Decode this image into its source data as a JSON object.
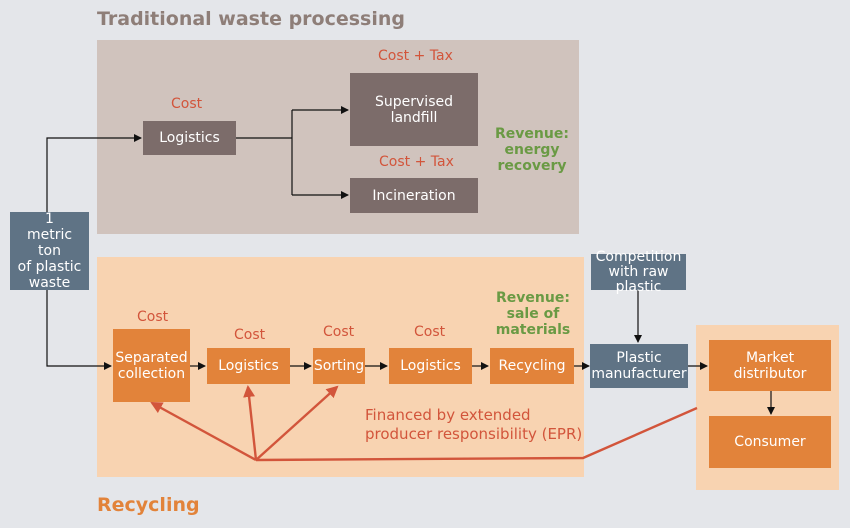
{
  "titles": {
    "traditional": "Traditional waste processing",
    "recycling": "Recycling"
  },
  "source": {
    "line1": "1",
    "line2": "metric ton",
    "line3": "of plastic",
    "line4": "waste"
  },
  "traditional": {
    "cost_label": "Cost",
    "logistics": "Logistics",
    "cost_tax_1": "Cost + Tax",
    "landfill_line1": "Supervised",
    "landfill_line2": "landfill",
    "cost_tax_2": "Cost + Tax",
    "incineration": "Incineration",
    "revenue_line1": "Revenue:",
    "revenue_line2": "energy",
    "revenue_line3": "recovery"
  },
  "recycling": {
    "cost_1": "Cost",
    "separated_line1": "Separated",
    "separated_line2": "collection",
    "cost_2": "Cost",
    "logistics_1": "Logistics",
    "cost_3": "Cost",
    "sorting": "Sorting",
    "cost_4": "Cost",
    "logistics_2": "Logistics",
    "revenue_line1": "Revenue:",
    "revenue_line2": "sale of",
    "revenue_line3": "materials",
    "recycling_box": "Recycling",
    "epr_line1": "Financed by extended",
    "epr_line2": "producer responsibility (EPR)"
  },
  "market": {
    "competition_line1": "Competition",
    "competition_line2": "with raw",
    "competition_line3": "plastic",
    "manufacturer_line1": "Plastic",
    "manufacturer_line2": "manufacturer",
    "distributor_line1": "Market",
    "distributor_line2": "distributor",
    "consumer": "Consumer"
  },
  "colors": {
    "background": "#e4e6ea",
    "traditional_panel": "#d0c3bd",
    "recycling_panel": "#f8d3b1",
    "gray_box": "#7c6c6a",
    "slate_box": "#5f7385",
    "orange_box": "#e2833a",
    "cost_text": "#d2553b",
    "revenue_text": "#6a9a44",
    "title_traditional": "#8e7e78",
    "title_recycling": "#e2833a"
  }
}
